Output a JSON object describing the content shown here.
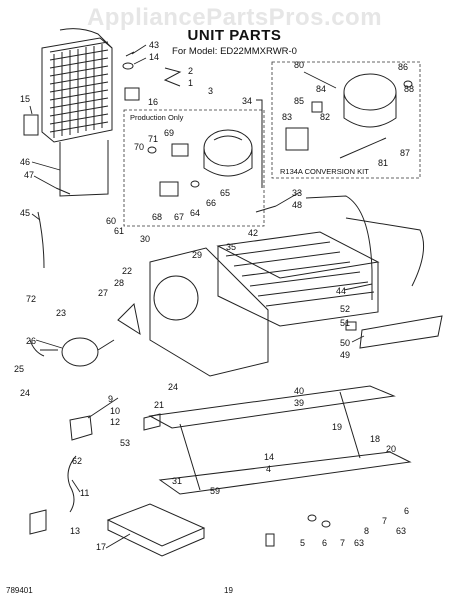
{
  "watermark": "AppliancePartsPros.com",
  "title": "UNIT PARTS",
  "model_line": "For Model: ED22MMXRWR-0",
  "box_labels": {
    "production_only": "Production Only",
    "conversion_kit": "R134A  CONVERSION  KIT"
  },
  "footer": {
    "left": "789401",
    "center": "19"
  },
  "callouts": {
    "c43": "43",
    "c14a": "14",
    "c2": "2",
    "c1": "1",
    "c3": "3",
    "c34": "34",
    "c16": "16",
    "c15": "15",
    "c46": "46",
    "c47": "47",
    "c45": "45",
    "c70": "70",
    "c71": "71",
    "c69": "69",
    "c68": "68",
    "c67": "67",
    "c64": "64",
    "c66": "66",
    "c65": "65",
    "c80": "80",
    "c86": "86",
    "c84": "84",
    "c85": "85",
    "c83": "83",
    "c82": "82",
    "c88": "88",
    "c81": "81",
    "c87": "87",
    "c33": "33",
    "c48": "48",
    "c42": "42",
    "c60": "60",
    "c61": "61",
    "c30": "30",
    "c29": "29",
    "c35": "35",
    "c22": "22",
    "c72": "72",
    "c27": "27",
    "c28": "28",
    "c44": "44",
    "c52": "52",
    "c51": "51",
    "c50": "50",
    "c49": "49",
    "c26": "26",
    "c23": "23",
    "c25": "25",
    "c24a": "24",
    "c24b": "24",
    "c40": "40",
    "c39": "39",
    "c9": "9",
    "c10": "10",
    "c12": "12",
    "c21": "21",
    "c19": "19",
    "c18": "18",
    "c20": "20",
    "c62": "62",
    "c53": "53",
    "c14b": "14",
    "c4": "4",
    "c31": "31",
    "c59": "59",
    "c6a": "6",
    "c7a": "7",
    "c8": "8",
    "c63a": "63",
    "c11": "11",
    "c5": "5",
    "c6b": "6",
    "c7b": "7",
    "c63b": "63",
    "c13": "13",
    "c17": "17"
  }
}
